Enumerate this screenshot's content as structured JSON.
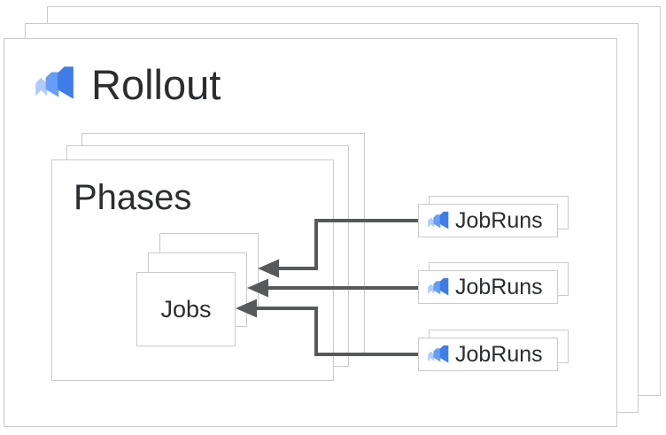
{
  "rollout": {
    "label": "Rollout"
  },
  "phases": {
    "label": "Phases"
  },
  "jobs": {
    "label": "Jobs"
  },
  "jobruns": {
    "items": [
      {
        "label": "JobRuns"
      },
      {
        "label": "JobRuns"
      },
      {
        "label": "JobRuns"
      }
    ]
  },
  "icons": {
    "deploy": "deploy-layered-pages-icon"
  },
  "colors": {
    "border": "#c9cacc",
    "arrow": "#58595b",
    "text": "#2b2d30",
    "icon-dark": "#3e7de8",
    "icon-mid": "#669df6",
    "icon-light": "#aecbfa"
  }
}
